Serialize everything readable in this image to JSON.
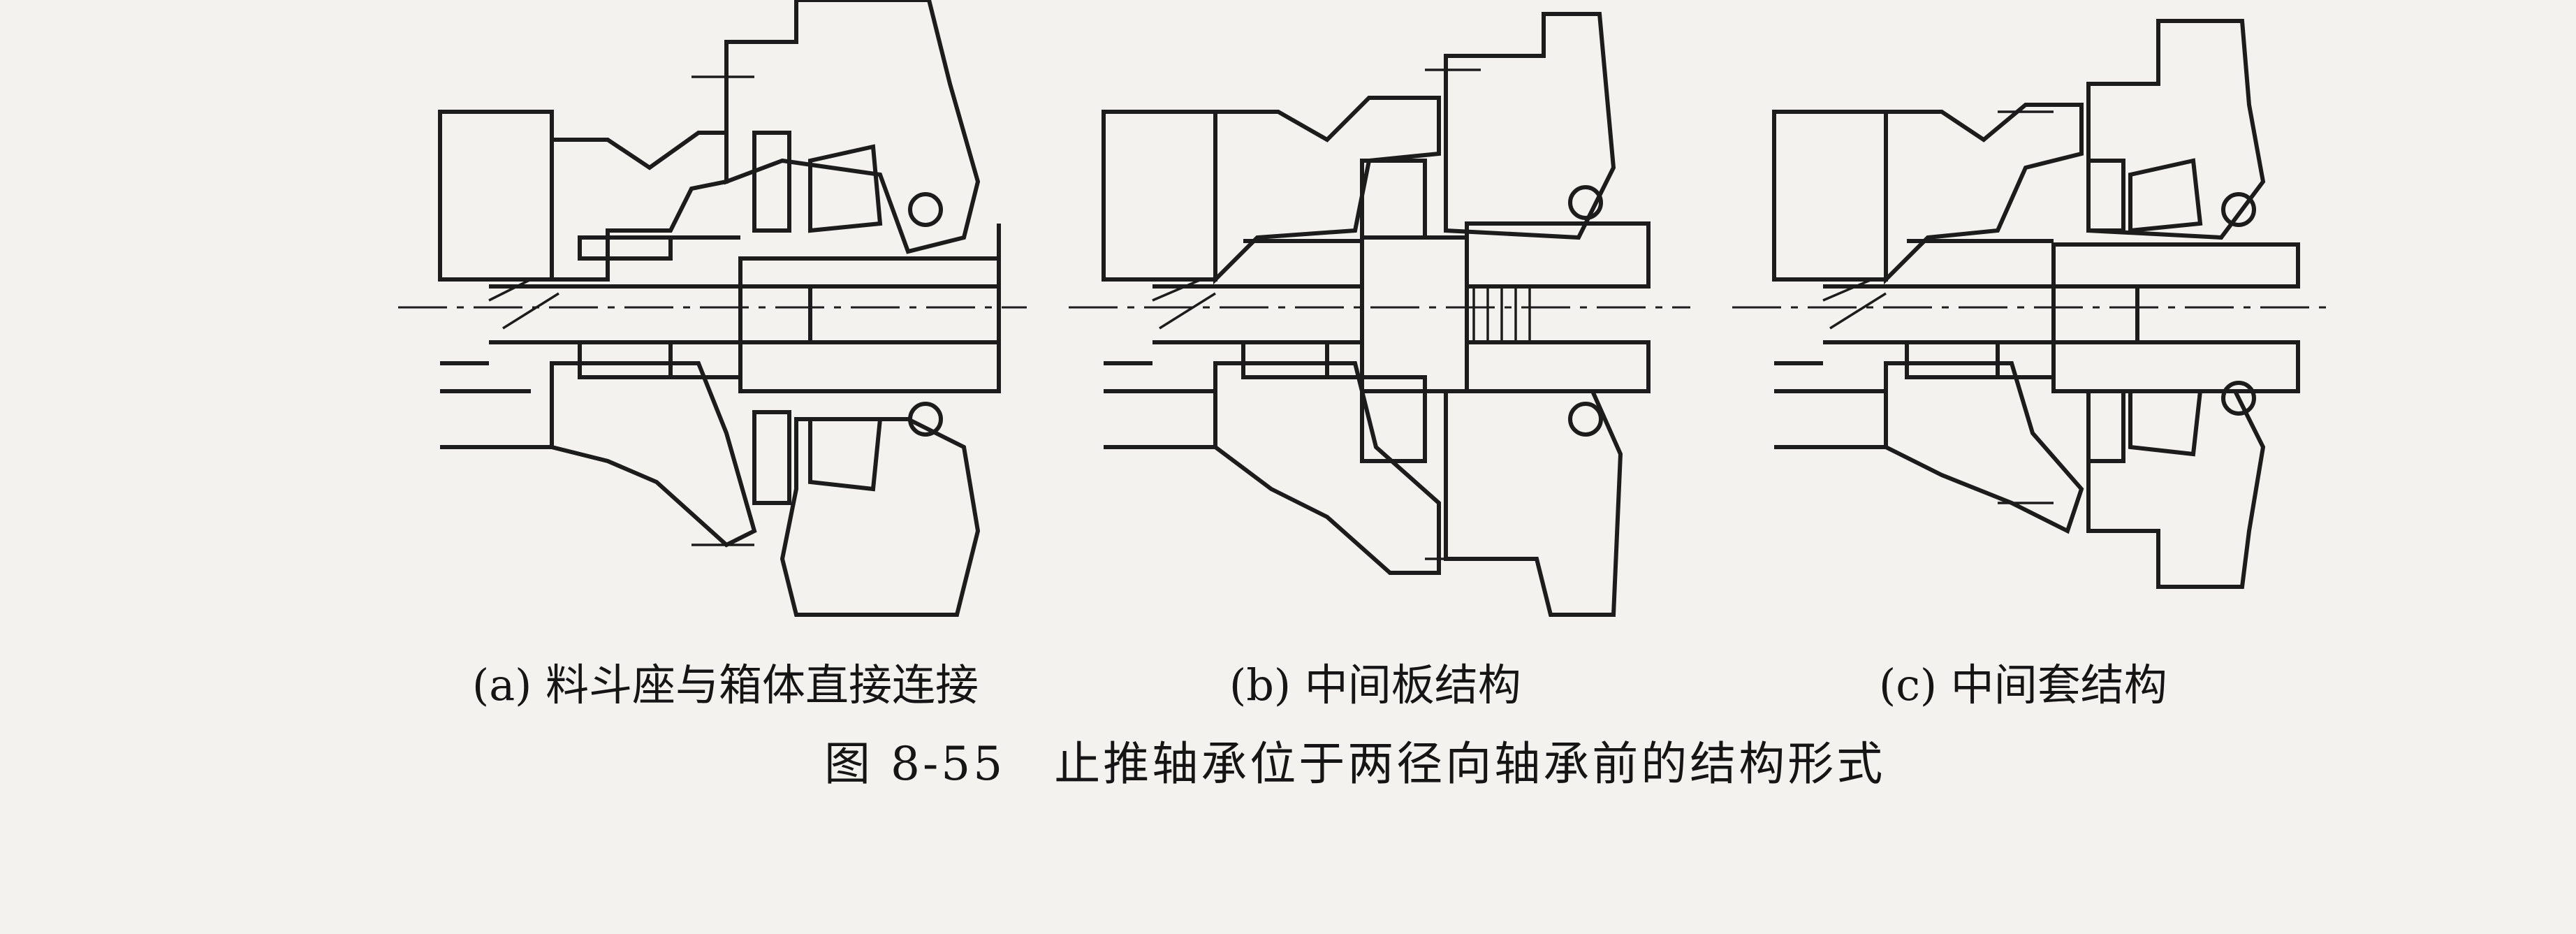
{
  "subcaptions": {
    "a": "(a) 料斗座与箱体直接连接",
    "b": "(b) 中间板结构",
    "c": "(c) 中间套结构"
  },
  "caption": "图 8-55　止推轴承位于两径向轴承前的结构形式",
  "colors": {
    "line": "#1c1c1c",
    "paper": "#f3f2ef"
  }
}
